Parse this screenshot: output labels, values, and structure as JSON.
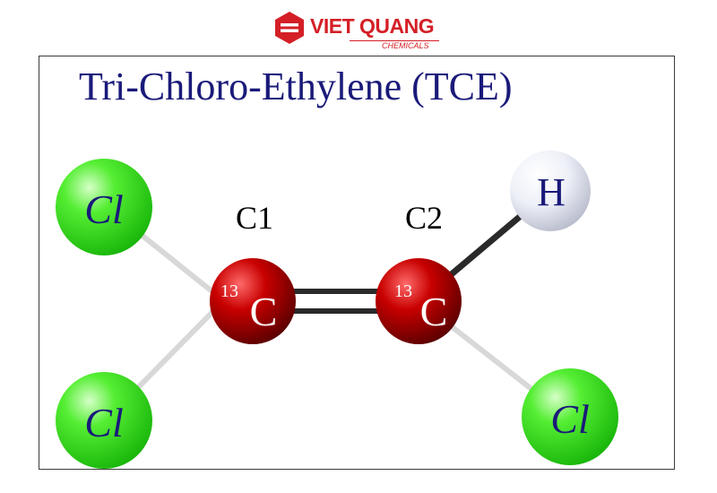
{
  "brand": {
    "name": "VIET QUANG",
    "subtitle": "CHEMICALS",
    "color": "#d41f26",
    "icon": "viet-quang-logo-icon"
  },
  "diagram": {
    "title": "Tri-Chloro-Ethylene (TCE)",
    "carbon_labels": [
      "C1",
      "C2"
    ],
    "atoms": {
      "chlorine_symbol": "Cl",
      "hydrogen_symbol": "H",
      "carbon_symbol": "C",
      "carbon_isotope": "13"
    },
    "colors": {
      "title": "#1a1a7a",
      "chlorine": "#33dd22",
      "carbon": "#b00000",
      "hydrogen": "#e8ecf6",
      "bond_light": "#d8d8d8",
      "bond_dark": "#2a2a2a"
    }
  }
}
